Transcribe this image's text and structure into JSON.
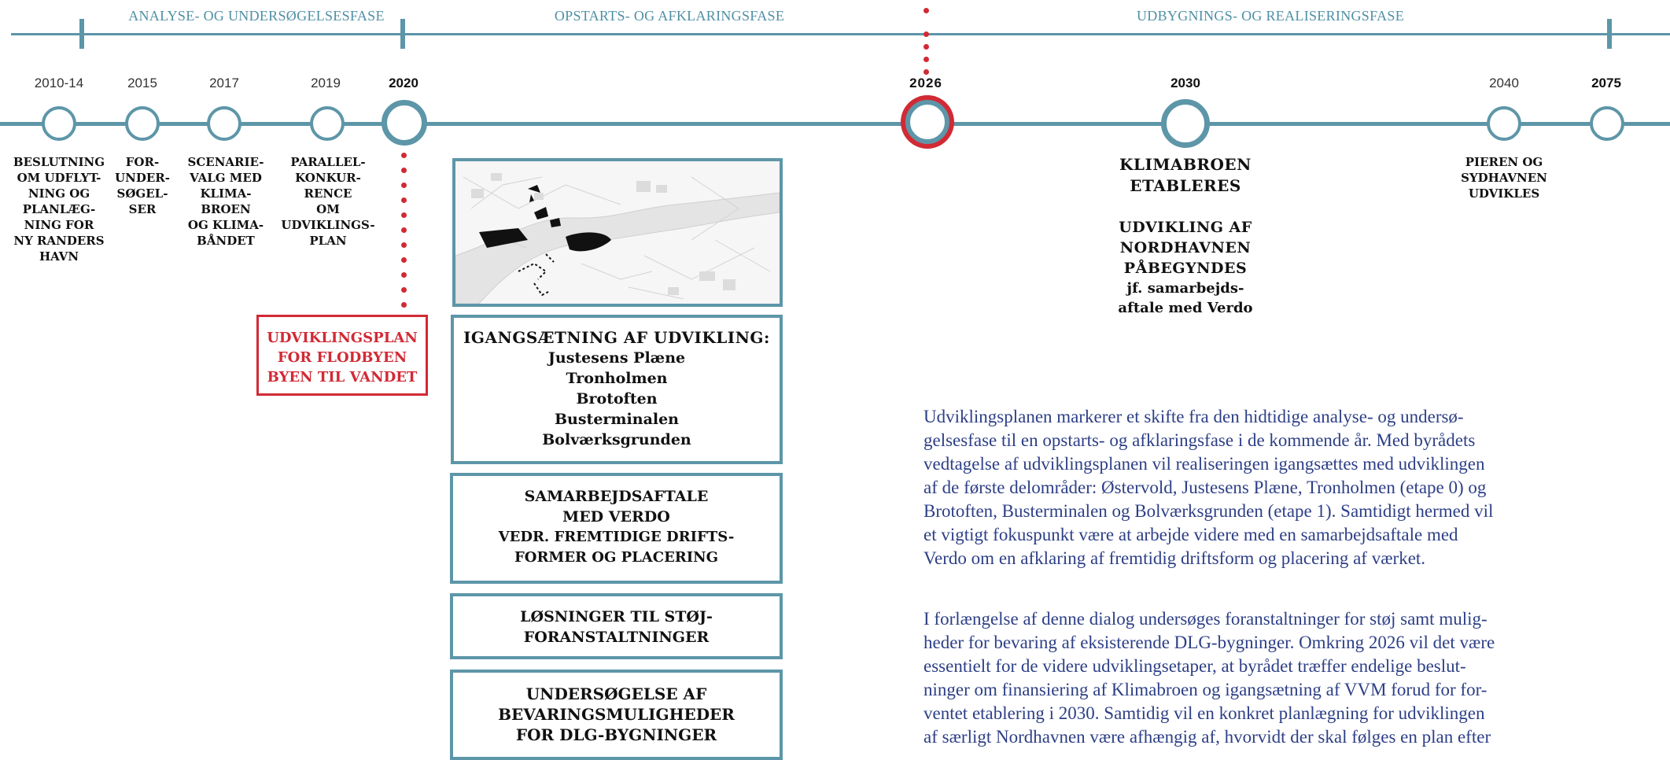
{
  "phases": {
    "analysis": "ANALYSE- OG UNDERSØGELSESFASE",
    "startup": "OPSTARTS- OG AFKLARINGSFASE",
    "build": "UDBYGNINGS- OG REALISERINGSFASE"
  },
  "years": {
    "y1": "2010-14",
    "y2": "2015",
    "y3": "2017",
    "y4": "2019",
    "y5": "2020",
    "y6": "2026",
    "y7": "2030",
    "y8": "2040",
    "y9": "2075"
  },
  "events": {
    "e1": [
      "BESLUTNING",
      "OM UDFLYT-",
      "NING OG",
      "PLANLÆG-",
      "NING FOR",
      "NY RANDERS",
      "HAVN"
    ],
    "e2": [
      "FOR-",
      "UNDER-",
      "SØGEL-",
      "SER"
    ],
    "e3": [
      "SCENARIE-",
      "VALG MED",
      "KLIMA-",
      "BROEN",
      "OG KLIMA-",
      "BÅNDET"
    ],
    "e4": [
      "PARALLEL-",
      "KONKUR-",
      "RENCE",
      "OM",
      "UDVIKLINGS-",
      "PLAN"
    ],
    "e8": [
      "PIEREN OG",
      "SYDHAVNEN",
      "UDVIKLES"
    ]
  },
  "klimabroen": {
    "title": [
      "KLIMABROEN",
      "ETABLERES"
    ],
    "sub": [
      "UDVIKLING AF",
      "NORDHAVNEN",
      "PÅBEGYNDES"
    ],
    "note": [
      "jf. samarbejds-",
      "aftale med Verdo"
    ]
  },
  "redbox": [
    "UDVIKLINGSPLAN",
    "FOR FLODBYEN",
    "BYEN TIL VANDET"
  ],
  "boxes": {
    "b1_title": "IGANGSÆTNING AF UDVIKLING:",
    "b1_items": [
      "Justesens Plæne",
      "Tronholmen",
      "Brotoften",
      "Busterminalen",
      "Bolværksgrunden"
    ],
    "b2": [
      "SAMARBEJDSAFTALE",
      "MED VERDO",
      "VEDR. FREMTIDIGE DRIFTS-",
      "FORMER OG PLACERING"
    ],
    "b3": [
      "LØSNINGER TIL STØJ-",
      "FORANSTALTNINGER"
    ],
    "b4": [
      "UNDERSØGELSE AF",
      "BEVARINGSMULIGHEDER",
      "FOR DLG-BYGNINGER"
    ]
  },
  "paragraph1": [
    "Udviklingsplanen markerer et skifte fra den hidtidige analyse- og undersø-",
    "gelsesfase til en opstarts- og afklaringsfase i de kommende år. Med byrådets",
    "vedtagelse af udviklingsplanen vil realiseringen igangsættes med udviklingen",
    "af de første delområder: Østervold, Justesens Plæne, Tronholmen (etape 0) og",
    "Brotoften, Busterminalen og Bolværksgrunden (etape 1). Samtidigt hermed vil",
    "et vigtigt fokuspunkt være at arbejde videre med en samarbejdsaftale med",
    "Verdo om en afklaring af fremtidig driftsform og placering af værket."
  ],
  "paragraph2": [
    "I forlængelse af denne dialog undersøges foranstaltninger for støj samt mulig-",
    "heder for bevaring af eksisterende DLG-bygninger. Omkring 2026 vil det være",
    "essentielt for de videre udviklingsetaper, at byrådet træffer endelige beslut-",
    "ninger om finansiering af Klimabroen og igangsætning af VVM forud for for-",
    "ventet etablering i 2030. Samtidig vil en konkret planlægning for udviklingen",
    "af særligt Nordhavnen være afhængig af, hvorvidt der skal følges en plan efter"
  ],
  "colors": {
    "accent": "#5d96a8",
    "red": "#d12a35",
    "text_blue": "#2d3f86"
  }
}
